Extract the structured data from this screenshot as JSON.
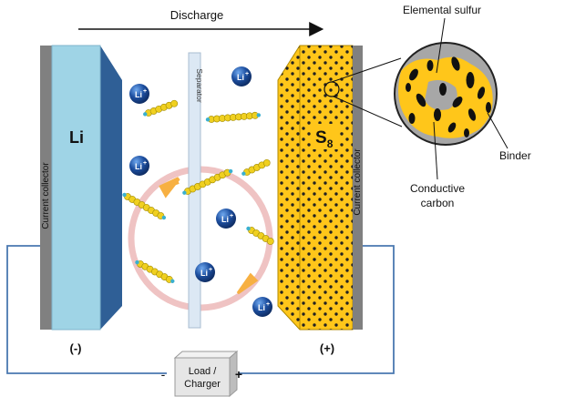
{
  "top_arrow_label": "Discharge",
  "anode": {
    "label": "Li",
    "collector_label": "Current collector",
    "polarity": "(-)"
  },
  "cathode": {
    "label": "S",
    "label_sub": "8",
    "collector_label": "Current collector",
    "polarity": "(+)"
  },
  "separator_label": "Separator",
  "ion_label": "Li",
  "ion_charge": "+",
  "zoom": {
    "elemental_sulfur": "Elemental sulfur",
    "binder": "Binder",
    "conductive_carbon_line1": "Conductive",
    "conductive_carbon_line2": "carbon"
  },
  "load": {
    "line1": "Load /",
    "line2": "Charger",
    "minus": "-",
    "plus": "+"
  },
  "colors": {
    "anode_fill": "#9fd4e6",
    "anode_side": "#2f5f96",
    "collector": "#808080",
    "cathode_fill": "#ffc61a",
    "separator": "#dce8f4",
    "wire": "#4a78b0",
    "ring": "#efc3c3",
    "ion": "#1d4fa0",
    "sulfur_bead": "#f0d020",
    "arrow_orange": "#f7b042"
  }
}
